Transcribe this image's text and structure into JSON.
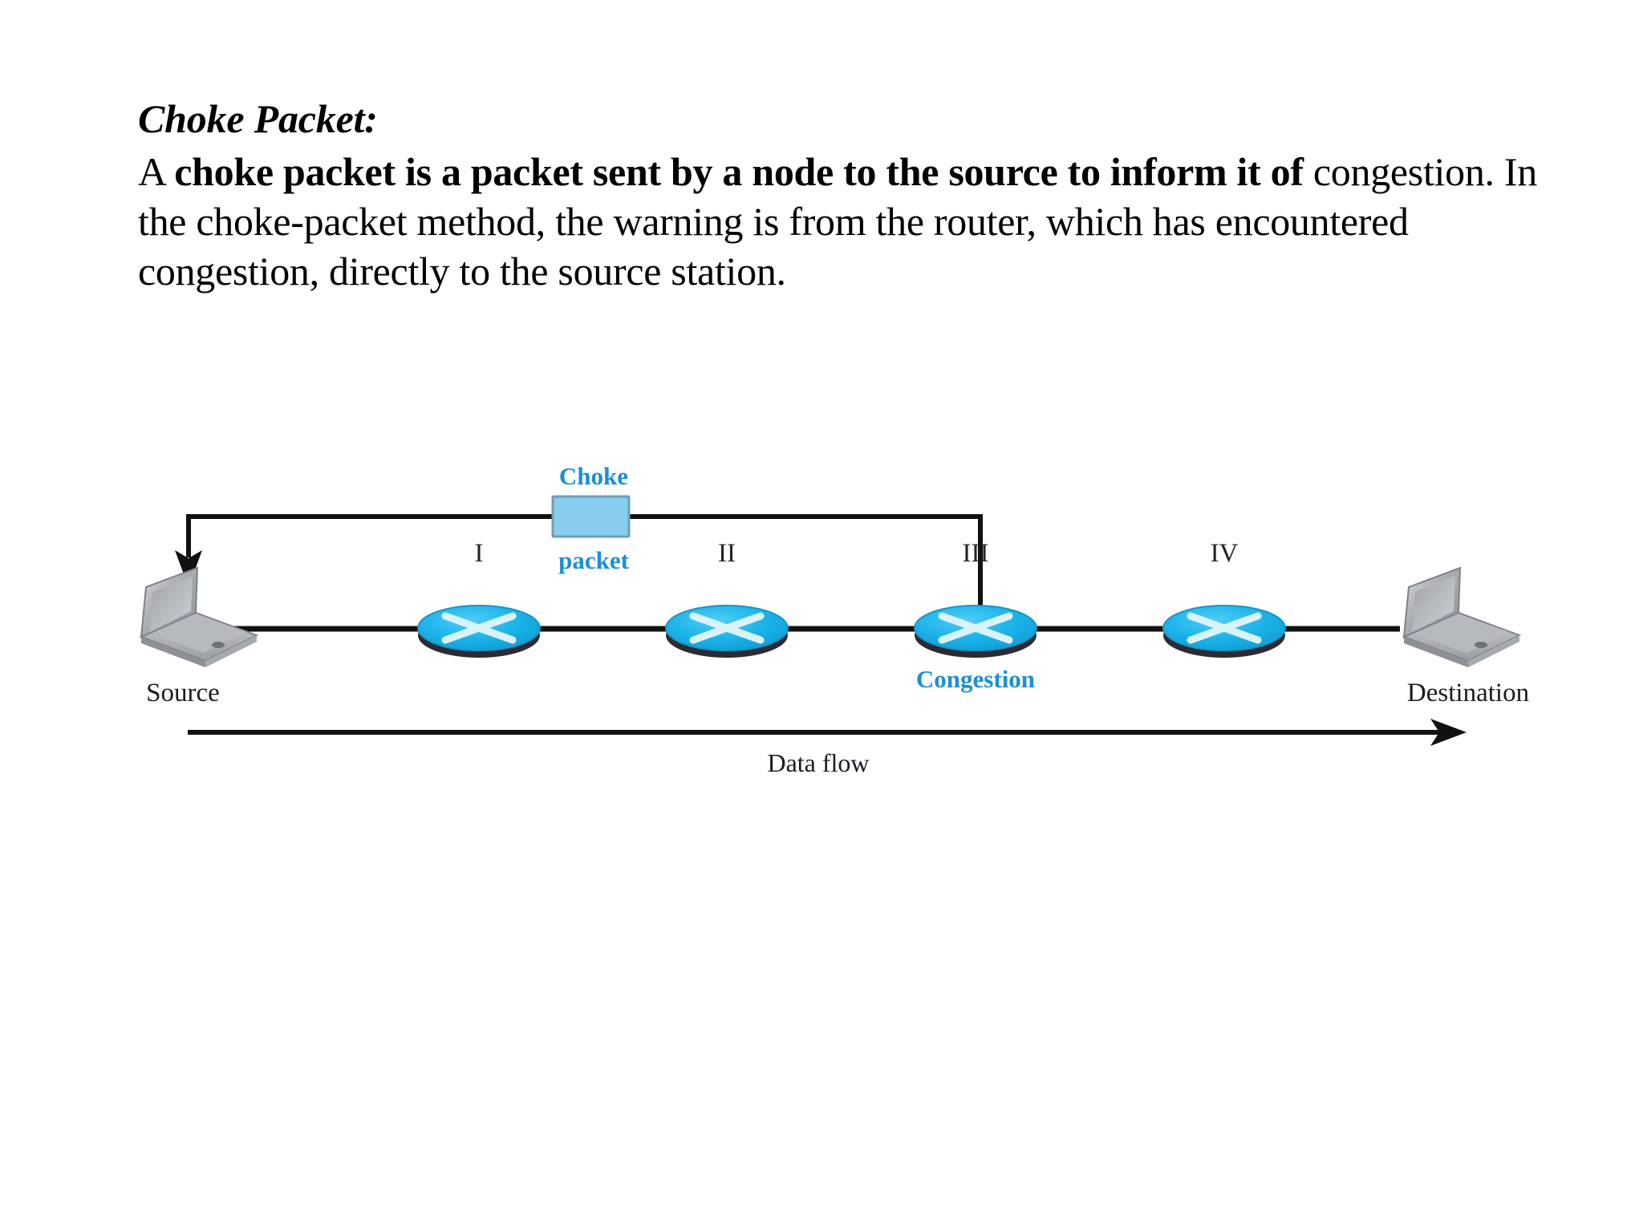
{
  "slide": {
    "heading": "Choke Packet:",
    "paragraph_runs": [
      {
        "text": "A ",
        "bold": false
      },
      {
        "text": "choke packet is a packet sent by a node to the source to inform it of",
        "bold": true
      },
      {
        "text": " congestion. In the choke-packet method, the warning is from the router, which has encountered congestion, directly to the source station.",
        "bold": false
      }
    ],
    "paragraph_plain": "A choke packet is a packet sent by a node to the source to inform it of congestion. In the choke-packet method, the warning is from the router, which has encountered congestion, directly to the source station."
  },
  "figure": {
    "choke_packet_label_line1": "Choke",
    "choke_packet_label_line2": "packet",
    "congestion_label": "Congestion",
    "data_flow_label": "Data flow",
    "source_label": "Source",
    "destination_label": "Destination",
    "routers": [
      {
        "numeral": "I"
      },
      {
        "numeral": "II"
      },
      {
        "numeral": "III"
      },
      {
        "numeral": "IV"
      }
    ],
    "colors": {
      "accent_blue": "#1b8fd6",
      "router_body": "#1ab2e8",
      "router_shadow": "#2b2b33",
      "router_cross": "#cdeffb",
      "packet_box_fill": "#86cdee",
      "packet_box_stroke": "#6f9fb5",
      "line": "#111111",
      "laptop_gray": "#b9bcc0",
      "text_dark": "#1a1a22"
    }
  }
}
